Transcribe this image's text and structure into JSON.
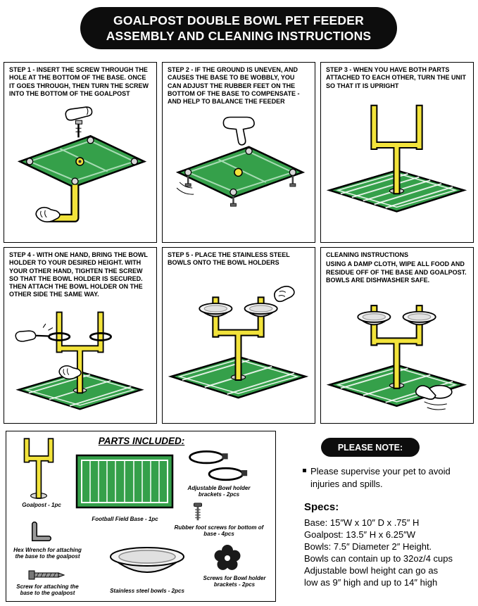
{
  "header": {
    "title_line1": "GOALPOST DOUBLE BOWL PET FEEDER",
    "title_line2": "ASSEMBLY AND CLEANING INSTRUCTIONS"
  },
  "steps": [
    {
      "text": "STEP 1 - INSERT THE SCREW THROUGH THE HOLE AT THE BOTTOM OF THE BASE. ONCE IT GOES THROUGH, THEN TURN THE SCREW INTO THE BOTTOM OF THE GOALPOST"
    },
    {
      "text": "STEP 2 - IF THE GROUND IS UNEVEN, AND CAUSES THE BASE TO BE WOBBLY, YOU CAN ADJUST THE RUBBER FEET ON THE BOTTOM OF THE BASE TO COMPENSATE - AND HELP TO BALANCE THE FEEDER"
    },
    {
      "text": "STEP 3 - WHEN YOU HAVE BOTH PARTS ATTACHED TO EACH OTHER, TURN THE UNIT SO THAT IT IS UPRIGHT"
    },
    {
      "text": "STEP 4 - WITH ONE HAND, BRING THE BOWL HOLDER TO YOUR DESIRED HEIGHT. WITH YOUR OTHER HAND, TIGHTEN THE SCREW SO THAT THE BOWL HOLDER IS SECURED. THEN ATTACH THE BOWL HOLDER ON THE OTHER SIDE THE SAME WAY."
    },
    {
      "text": "STEP 5 - PLACE THE STAINLESS STEEL BOWLS ONTO THE BOWL HOLDERS"
    }
  ],
  "cleaning": {
    "title": "CLEANING INSTRUCTIONS",
    "text": "USING A DAMP CLOTH, WIPE ALL FOOD AND RESIDUE OFF OF THE BASE AND GOALPOST. BOWLS ARE DISHWASHER SAFE."
  },
  "parts": {
    "title": "PARTS INCLUDED:",
    "items": [
      {
        "label": "Goalpost - 1pc"
      },
      {
        "label": "Football Field Base - 1pc"
      },
      {
        "label": "Adjustable Bowl holder brackets - 2pcs"
      },
      {
        "label": "Rubber foot screws for bottom of base - 4pcs"
      },
      {
        "label": "Hex Wrench for attaching the base to the goalpost"
      },
      {
        "label": "Screw for attaching the base to the goalpost"
      },
      {
        "label": "Stainless steel bowls - 2pcs"
      },
      {
        "label": "Screws for Bowl holder brackets - 2pcs"
      }
    ]
  },
  "note": {
    "title": "PLEASE NOTE:",
    "text": "Please supervise your pet to avoid injuries and spills."
  },
  "specs": {
    "title": "Specs:",
    "lines": [
      "Base: 15″W x 10″ D x .75″ H",
      "Goalpost: 13.5″ H x 6.25″W",
      "Bowls: 7.5″ Diameter 2″ Height.",
      "Bowls can contain up to 32oz/4 cups",
      "Adjustable bowl height can go as",
      "low as 9″ high and up to 14″ high"
    ]
  },
  "icons": {
    "note_bullet": "▪"
  },
  "colors": {
    "banner_black": "#0d0d0d",
    "field_green": "#35a04a",
    "goalpost_yellow": "#f2e33b",
    "bowl_gray": "#e8e8e8"
  }
}
